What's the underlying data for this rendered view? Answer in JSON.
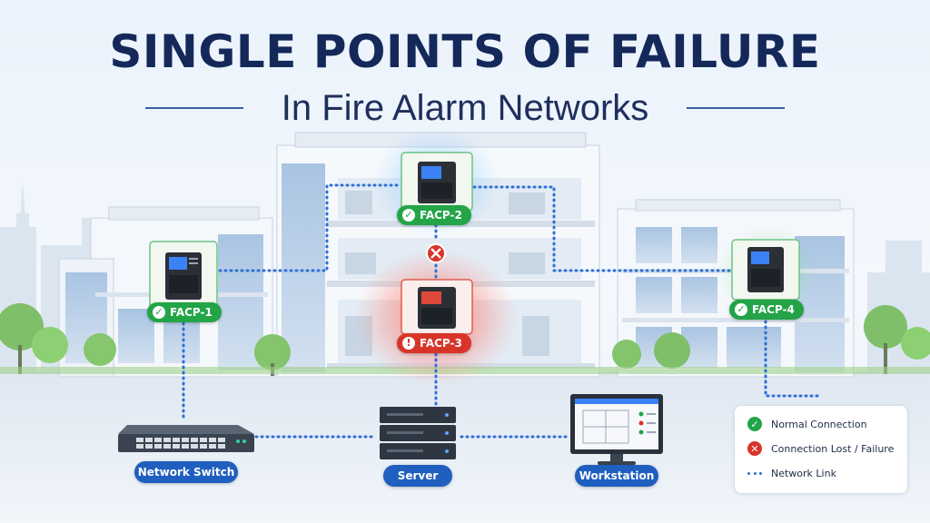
{
  "title": "SINGLE POINTS OF FAILURE",
  "subtitle": "In Fire Alarm Networks",
  "panels": {
    "facp1": "FACP-1",
    "facp2": "FACP-2",
    "facp3": "FACP-3",
    "facp4": "FACP-4"
  },
  "devices": {
    "switch": "Network Switch",
    "server": "Server",
    "workstation": "Workstation"
  },
  "legend": {
    "normal": "Normal Connection",
    "lost": "Connection Lost / Failure",
    "link": "Network Link"
  },
  "colors": {
    "ok": "#23a447",
    "failure": "#d8342a",
    "link": "#2f6fd6",
    "device_label": "#1f5fbf"
  },
  "icons": {
    "ok": "check-icon",
    "failure": "x-icon",
    "warning": "exclamation-icon"
  }
}
